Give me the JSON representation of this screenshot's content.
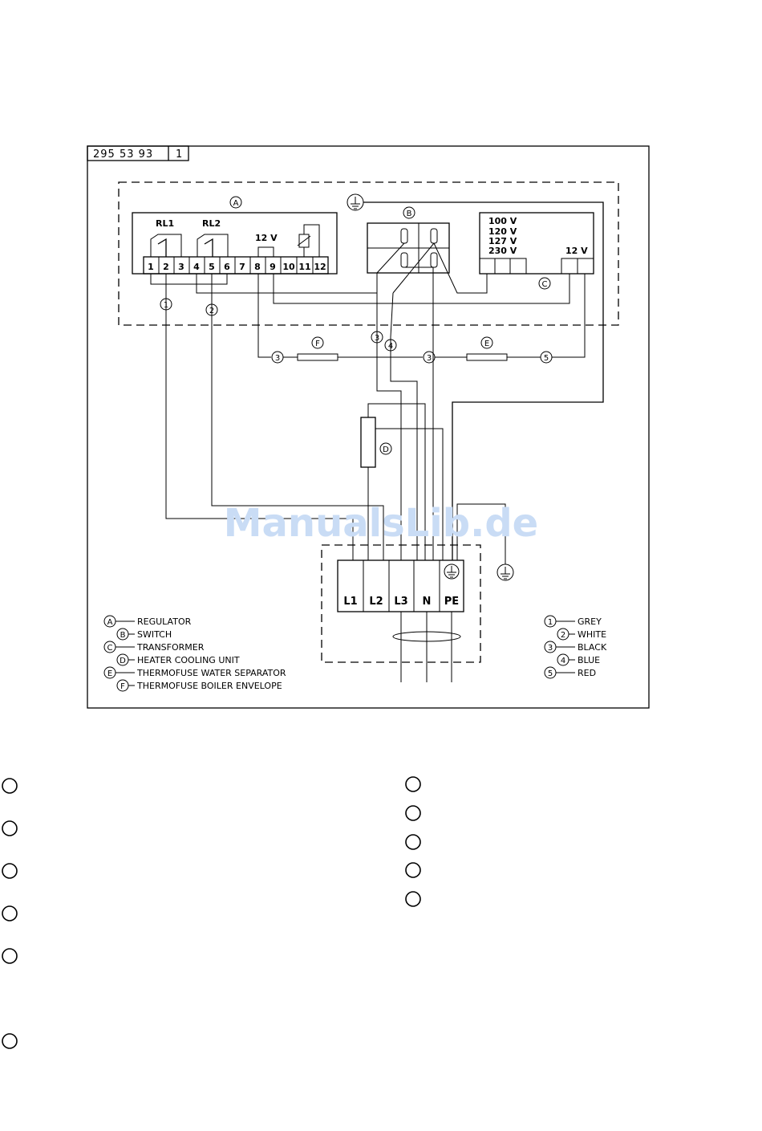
{
  "part_number": "295 53 93",
  "revision": "1",
  "watermark": "ManualsLib.de",
  "regulator": {
    "relay1": "RL1",
    "relay2": "RL2",
    "voltage": "12 V",
    "terminals": [
      "1",
      "2",
      "3",
      "4",
      "5",
      "6",
      "7",
      "8",
      "9",
      "10",
      "11",
      "12"
    ]
  },
  "transformer": {
    "taps": [
      "100 V",
      "120 V",
      "127 V",
      "230 V"
    ],
    "secondary": "12 V"
  },
  "terminal_block": [
    "L1",
    "L2",
    "L3",
    "N",
    "PE"
  ],
  "component_letters": [
    "A",
    "B",
    "C",
    "D",
    "E",
    "F"
  ],
  "wire_numbers": [
    "1",
    "2",
    "3",
    "4",
    "5"
  ],
  "legend_components": [
    {
      "key": "A",
      "label": "REGULATOR"
    },
    {
      "key": "B",
      "label": "SWITCH"
    },
    {
      "key": "C",
      "label": "TRANSFORMER"
    },
    {
      "key": "D",
      "label": "HEATER COOLING UNIT"
    },
    {
      "key": "E",
      "label": "THERMOFUSE WATER SEPARATOR"
    },
    {
      "key": "F",
      "label": "THERMOFUSE BOILER ENVELOPE"
    }
  ],
  "legend_colors": [
    {
      "key": "1",
      "label": "GREY"
    },
    {
      "key": "2",
      "label": "WHITE"
    },
    {
      "key": "3",
      "label": "BLACK"
    },
    {
      "key": "4",
      "label": "BLUE"
    },
    {
      "key": "5",
      "label": "RED"
    }
  ]
}
